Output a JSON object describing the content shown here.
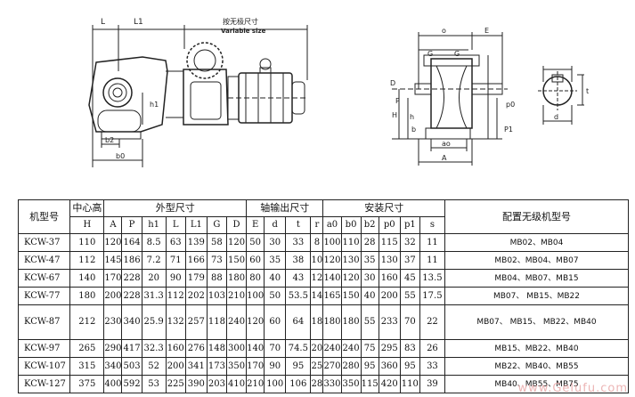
{
  "drawing": {
    "left_labels": {
      "L": "L",
      "L1": "L1",
      "var_cn": "按无极尺寸",
      "var_en": "Variable size",
      "h1": "h1",
      "b2": "b2",
      "b0": "b0"
    },
    "right_labels": {
      "o": "o",
      "E": "E",
      "G1": "G",
      "G2": "G",
      "D": "D",
      "P": "P",
      "H": "H",
      "h": "h",
      "b": "b",
      "p0": "p0",
      "p1": "P1",
      "a0": "ao",
      "A": "A",
      "t": "t",
      "d": "d"
    }
  },
  "table": {
    "headers": {
      "model": "机型号",
      "center_height": "中心高",
      "outline": "外型尺寸",
      "shaft": "轴输出尺寸",
      "install": "安装尺寸",
      "config": "配置无级机型号"
    },
    "subheaders": [
      "H",
      "A",
      "P",
      "h1",
      "L",
      "L1",
      "G",
      "D",
      "E",
      "d",
      "t",
      "r",
      "a0",
      "b0",
      "b2",
      "p0",
      "p1",
      "s"
    ],
    "rows": [
      {
        "model": "KCW-37",
        "vals": [
          "110",
          "120",
          "164",
          "8.5",
          "63",
          "139",
          "58",
          "120",
          "50",
          "30",
          "33",
          "8",
          "100",
          "110",
          "28",
          "115",
          "32",
          "11"
        ],
        "config": "MB02、MB04"
      },
      {
        "model": "KCW-47",
        "vals": [
          "112",
          "145",
          "186",
          "7.2",
          "71",
          "166",
          "73",
          "150",
          "60",
          "35",
          "38",
          "10",
          "120",
          "130",
          "35",
          "130",
          "37",
          "11"
        ],
        "config": "MB02、MB04、MB07"
      },
      {
        "model": "KCW-67",
        "vals": [
          "140",
          "170",
          "228",
          "20",
          "90",
          "179",
          "88",
          "180",
          "80",
          "40",
          "43",
          "12",
          "140",
          "120",
          "30",
          "160",
          "45",
          "13.5"
        ],
        "config": "MB04、MB07、MB15"
      },
      {
        "model": "KCW-77",
        "vals": [
          "180",
          "200",
          "228",
          "31.3",
          "112",
          "202",
          "103",
          "210",
          "100",
          "50",
          "53.5",
          "14",
          "165",
          "150",
          "40",
          "200",
          "55",
          "17.5"
        ],
        "config": "MB07、 MB15、MB22"
      },
      {
        "model": "KCW-87",
        "vals": [
          "212",
          "230",
          "340",
          "25.9",
          "132",
          "257",
          "118",
          "240",
          "120",
          "60",
          "64",
          "18",
          "180",
          "180",
          "55",
          "233",
          "70",
          "22"
        ],
        "config": "MB07、 MB15、 MB22、MB40",
        "tall": true
      },
      {
        "model": "KCW-97",
        "vals": [
          "265",
          "290",
          "417",
          "32.3",
          "160",
          "276",
          "148",
          "300",
          "140",
          "70",
          "74.5",
          "20",
          "240",
          "240",
          "75",
          "295",
          "83",
          "26"
        ],
        "config": "MB15、MB22、MB40"
      },
      {
        "model": "KCW-107",
        "vals": [
          "315",
          "340",
          "503",
          "52",
          "200",
          "341",
          "173",
          "350",
          "170",
          "90",
          "95",
          "25",
          "270",
          "280",
          "95",
          "360",
          "95",
          "33"
        ],
        "config": "MB22、MB40、MB55"
      },
      {
        "model": "KCW-127",
        "vals": [
          "375",
          "400",
          "592",
          "53",
          "225",
          "390",
          "203",
          "410",
          "210",
          "100",
          "106",
          "28",
          "330",
          "350",
          "115",
          "420",
          "110",
          "39"
        ],
        "config": "MB40、MB55、MB75"
      }
    ]
  },
  "watermark": "www.Gelufu.com"
}
